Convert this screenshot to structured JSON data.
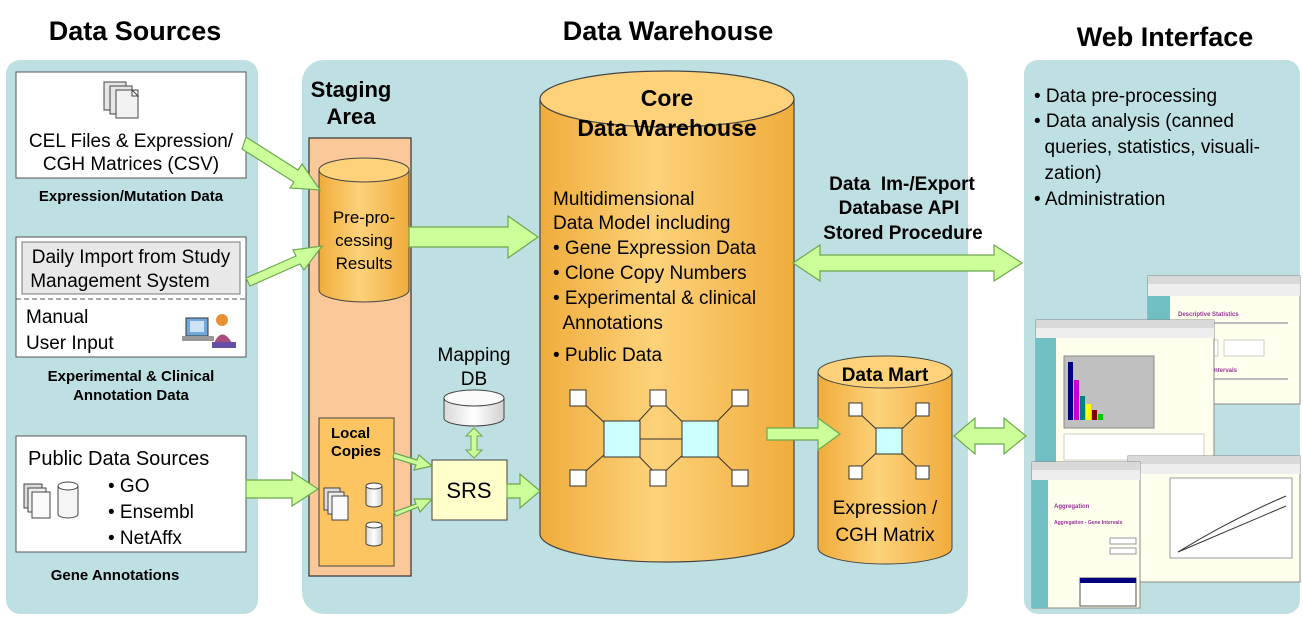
{
  "headers": {
    "data_sources": "Data Sources",
    "data_warehouse": "Data Warehouse",
    "web_interface": "Web Interface"
  },
  "sources": {
    "cel_files": {
      "line1": "CEL Files & Expression/",
      "line2": "CGH Matrices (CSV)"
    },
    "expression_caption": "Expression/Mutation Data",
    "daily_import": {
      "line1": "Daily Import from Study",
      "line2": "Management System"
    },
    "manual_input": {
      "line1": "Manual",
      "line2": "User Input"
    },
    "experimental_caption": {
      "line1": "Experimental  & Clinical",
      "line2": "Annotation Data"
    },
    "public_sources": {
      "title": "Public Data Sources",
      "items": [
        "• GO",
        "• Ensembl",
        "• NetAffx"
      ]
    },
    "gene_caption": "Gene Annotations"
  },
  "staging": {
    "title": {
      "line1": "Staging",
      "line2": "Area"
    },
    "preprocessing": {
      "line1": "Pre-pro-",
      "line2": "cessing",
      "line3": "Results"
    },
    "local_copies": {
      "line1": "Local",
      "line2": "Copies"
    }
  },
  "mapping_db": {
    "line1": "Mapping",
    "line2": "DB"
  },
  "srs": "SRS",
  "core": {
    "title": {
      "line1": "Core",
      "line2": "Data Warehouse"
    },
    "description_lines": [
      "Multidimensional",
      "Data Model including",
      "• Gene Expression Data",
      "• Clone Copy Numbers",
      "• Experimental & clinical",
      "  Annotations",
      "• Public Data"
    ]
  },
  "api": {
    "line1": "Data  Im-/Export",
    "line2": "Database API",
    "line3": "Stored Procedure"
  },
  "data_mart": {
    "title": "Data Mart",
    "line1": "Expression /",
    "line2": "CGH Matrix"
  },
  "web": {
    "bullets": [
      "• Data pre-processing",
      "• Data analysis (canned",
      "  queries, statistics, visuali-",
      "  zation)",
      "• Administration"
    ],
    "screenshot_texts": {
      "stats": "Descriptive Statistics",
      "confidence": "Confidence Intervals",
      "aggregation": "Aggregation",
      "aggregation_sub": "Aggregation - Gene Intervals"
    }
  },
  "colors": {
    "panel_blue": "#bfe0e3",
    "orange": "#fcc561",
    "staging_orange": "#fbc89a",
    "arrow_green": "#ccff99",
    "arrow_stroke": "#6aa84f",
    "srs_yellow": "#ffffcc",
    "node_cyan": "#ccffff"
  }
}
